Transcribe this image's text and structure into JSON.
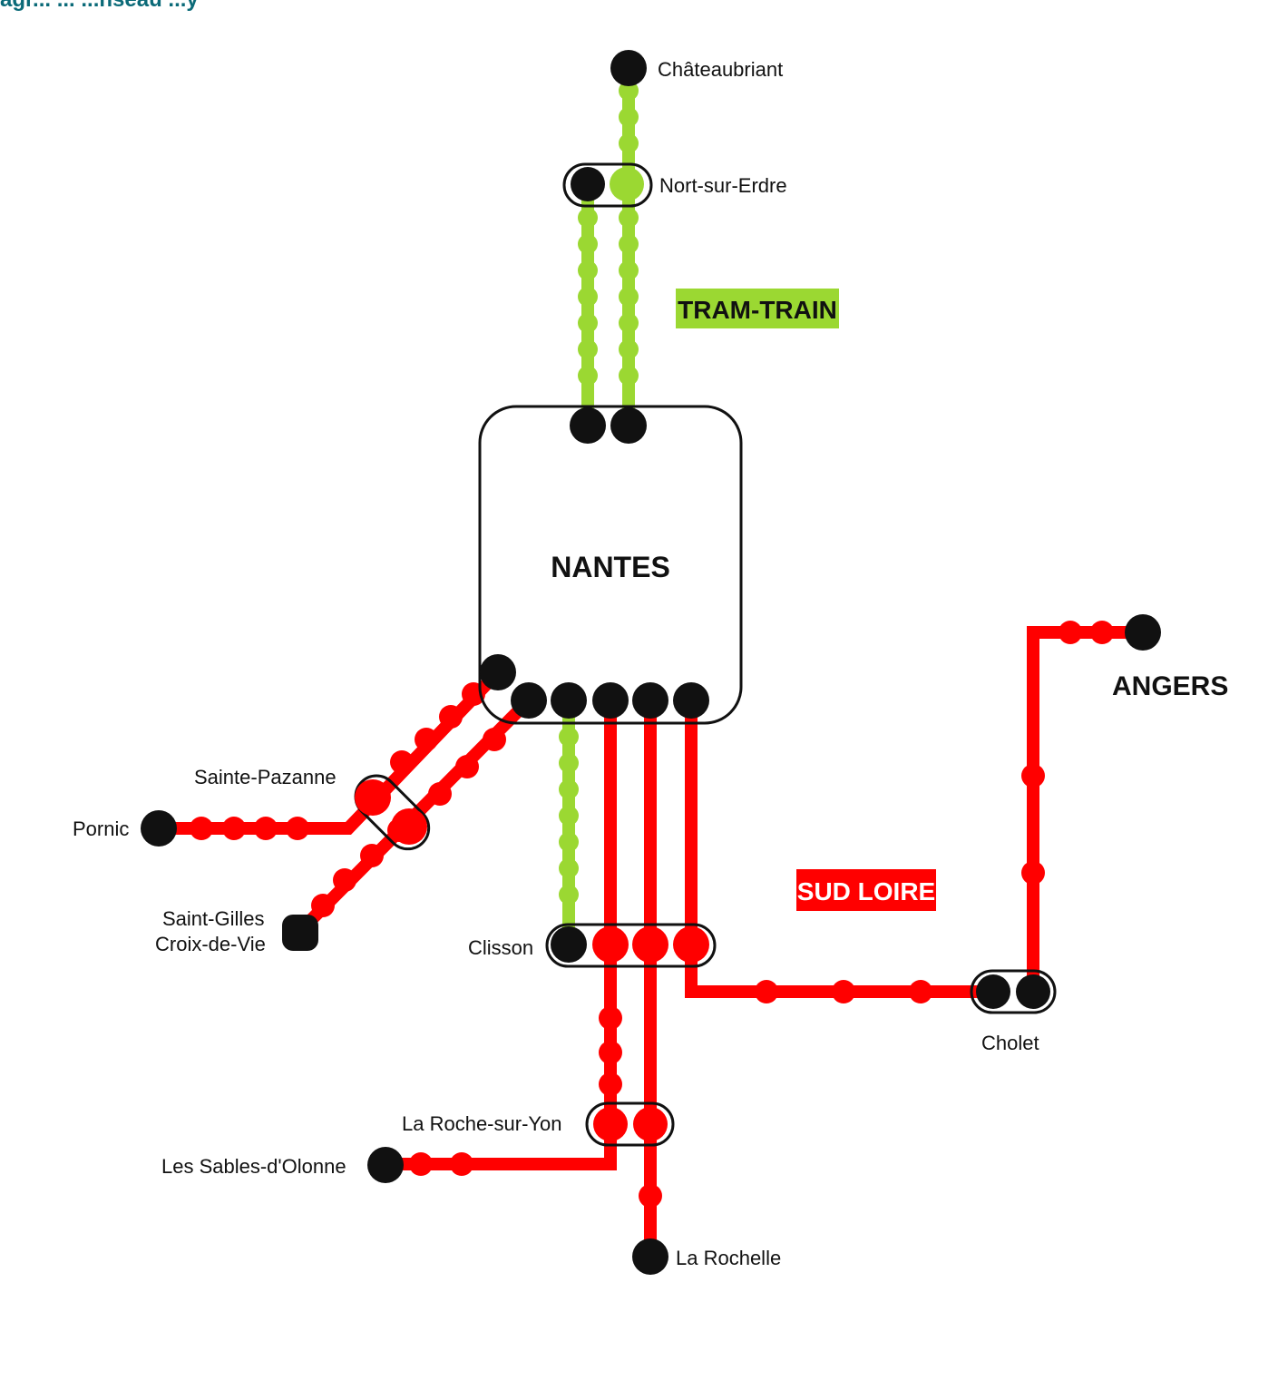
{
  "header_fragment": "agr... ... ...nseau ...y",
  "colors": {
    "tram_train": "#9bd832",
    "sud_loire": "#ff0000",
    "node": "#111111",
    "tag_green_bg": "#9bd832",
    "tag_red_bg": "#ff0000"
  },
  "hub": {
    "label": "NANTES"
  },
  "legend": {
    "tram_train": "TRAM-TRAIN",
    "sud_loire": "SUD LOIRE"
  },
  "stations": {
    "chateaubriant": "Châteaubriant",
    "nort_sur_erdre": "Nort-sur-Erdre",
    "angers": "ANGERS",
    "sainte_pazanne": "Sainte-Pazanne",
    "pornic": "Pornic",
    "saint_gilles_1": "Saint-Gilles",
    "saint_gilles_2": "Croix-de-Vie",
    "clisson": "Clisson",
    "cholet": "Cholet",
    "la_roche_sur_yon": "La Roche-sur-Yon",
    "les_sables": "Les Sables-d'Olonne",
    "la_rochelle": "La Rochelle"
  },
  "lines": [
    {
      "id": "nantes-chateaubriant",
      "network": "tram_train",
      "from": "Nantes",
      "via": [
        "Nort-sur-Erdre"
      ],
      "to": "Châteaubriant"
    },
    {
      "id": "nantes-nort-sur-erdre",
      "network": "tram_train",
      "from": "Nantes",
      "to": "Nort-sur-Erdre"
    },
    {
      "id": "nantes-clisson-tram",
      "network": "tram_train",
      "from": "Nantes",
      "to": "Clisson"
    },
    {
      "id": "nantes-pornic",
      "network": "sud_loire",
      "from": "Nantes",
      "via": [
        "Sainte-Pazanne"
      ],
      "to": "Pornic"
    },
    {
      "id": "nantes-saint-gilles",
      "network": "sud_loire",
      "from": "Nantes",
      "via": [
        "Sainte-Pazanne"
      ],
      "to": "Saint-Gilles Croix-de-Vie"
    },
    {
      "id": "nantes-les-sables",
      "network": "sud_loire",
      "from": "Nantes",
      "via": [
        "Clisson",
        "La Roche-sur-Yon"
      ],
      "to": "Les Sables-d'Olonne"
    },
    {
      "id": "nantes-la-rochelle",
      "network": "sud_loire",
      "from": "Nantes",
      "via": [
        "Clisson",
        "La Roche-sur-Yon"
      ],
      "to": "La Rochelle"
    },
    {
      "id": "nantes-cholet",
      "network": "sud_loire",
      "from": "Nantes",
      "via": [
        "Clisson"
      ],
      "to": "Cholet"
    },
    {
      "id": "cholet-angers",
      "network": "sud_loire",
      "from": "Cholet",
      "to": "ANGERS"
    }
  ]
}
